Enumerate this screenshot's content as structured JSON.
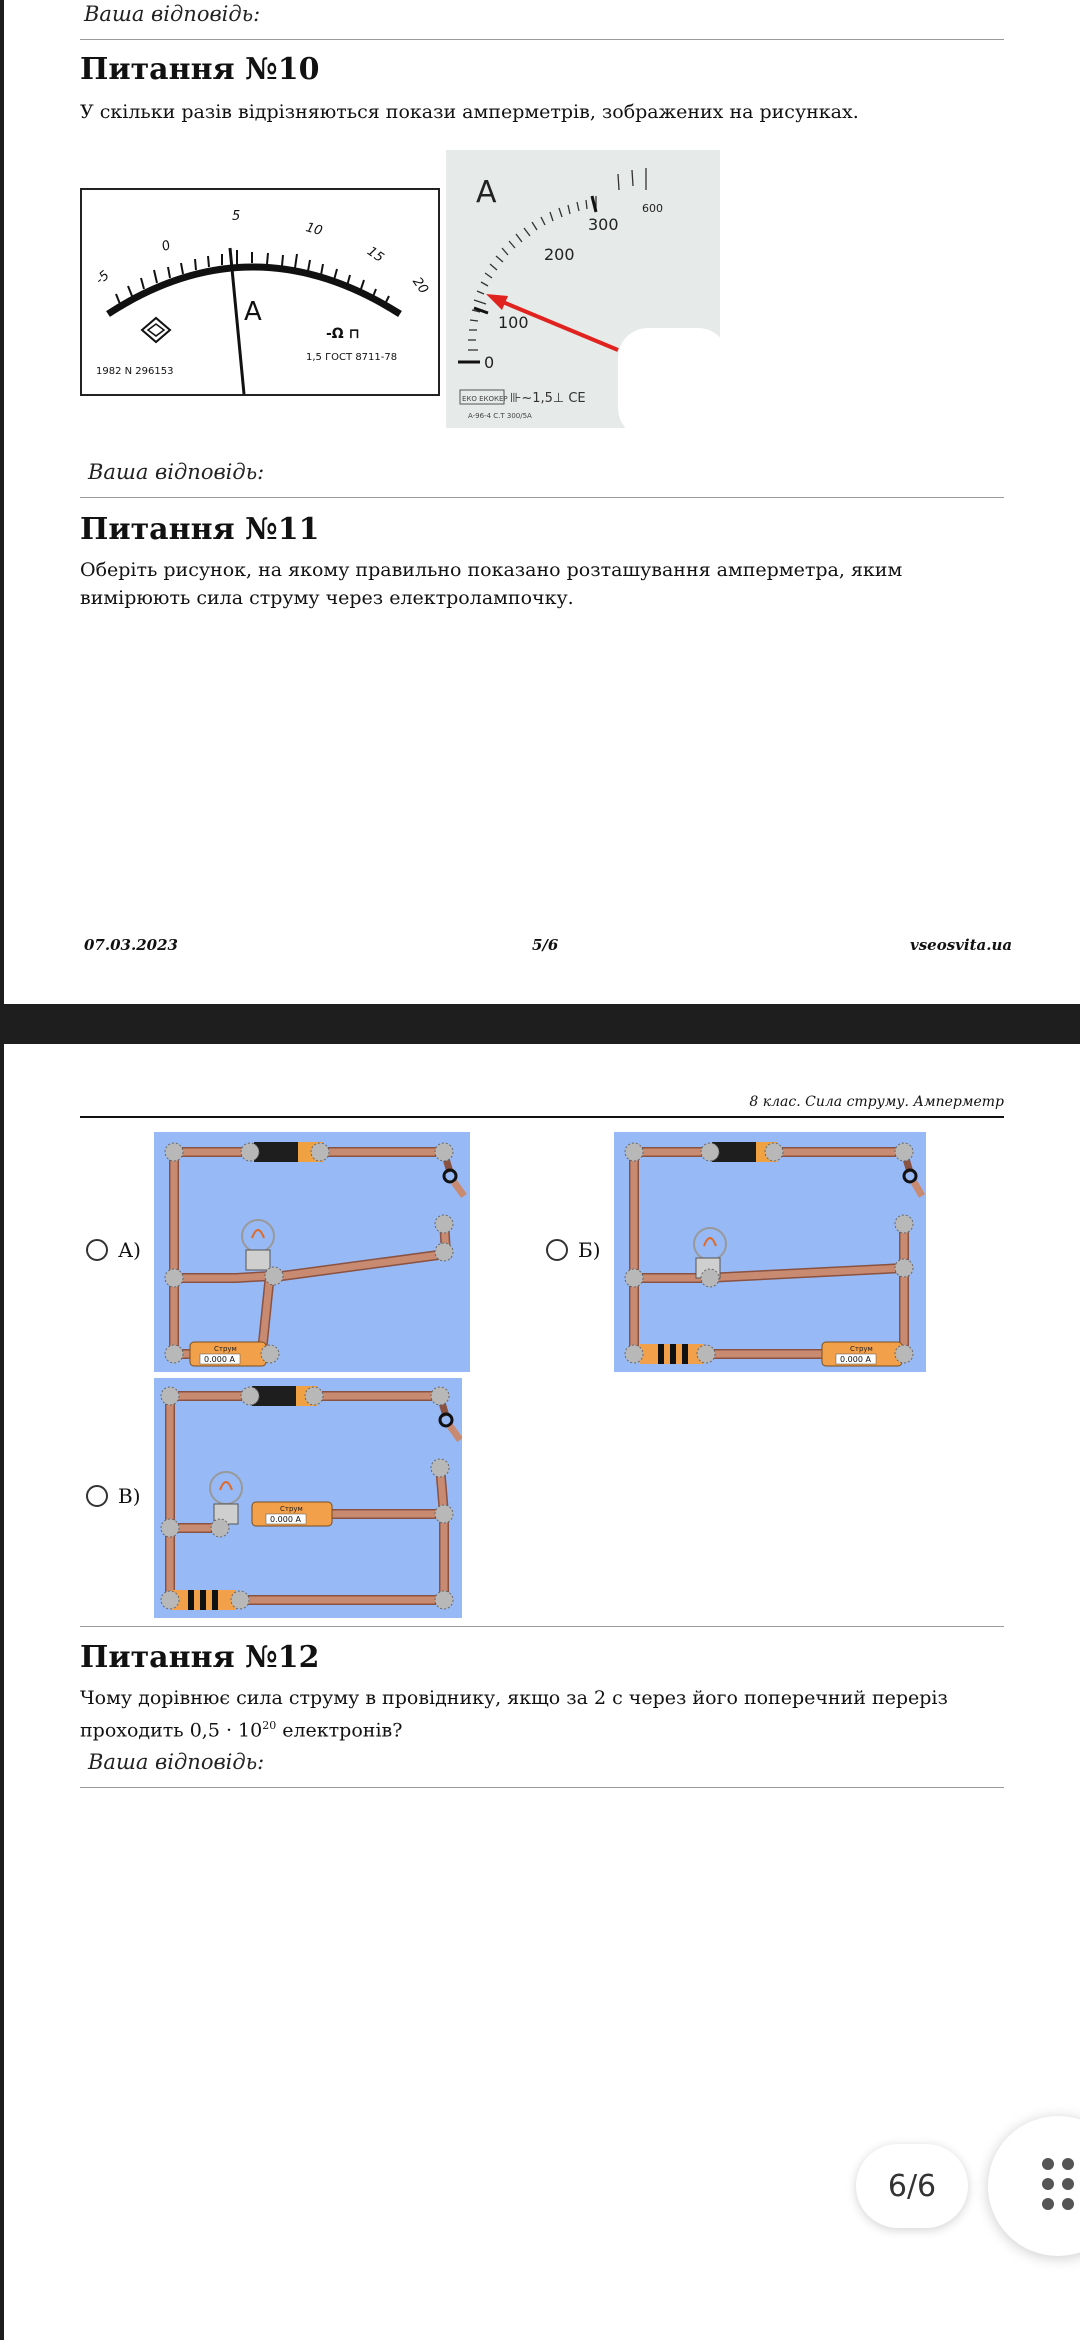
{
  "page1": {
    "prev_answer_label": "Ваша відповідь:",
    "q10": {
      "title": "Питання №10",
      "text": "У скільки разів відрізняються покази амперметрів, зображених на рисунках."
    },
    "meter1": {
      "scale": [
        "-5",
        "0",
        "5",
        "10",
        "15",
        "20"
      ],
      "symbol": "A",
      "serial": "1982 N 296153",
      "standard": "1,5  ГОСТ 8711-78",
      "mark": "-Ω ⊓"
    },
    "meter2": {
      "symbol": "A",
      "scale": [
        "0",
        "100",
        "200",
        "300",
        "600"
      ],
      "brand": "ЕКО ЕКОКЕР",
      "specs": "⊪~1,5⊥ CE",
      "model": "A-96-4    C.T 300/5A"
    },
    "q10_answer_label": "Ваша відповідь:",
    "q11": {
      "title": "Питання №11",
      "text": "Оберіть рисунок, на якому правильно показано розташування амперметра, яким вимірюють сила струму через електролампочку."
    },
    "footer": {
      "date": "07.03.2023",
      "page": "5/6",
      "site": "vseosvita.ua"
    }
  },
  "page2": {
    "header": "8 клас. Сила струму. Амперметр",
    "options": [
      {
        "label": "А)"
      },
      {
        "label": "Б)"
      },
      {
        "label": "В)"
      }
    ],
    "ammeter_caption": "Струм",
    "ammeter_value": "0.000 A",
    "q12": {
      "title": "Питання №12",
      "text_main": "Чому дорівнює сила струму в провіднику, якщо за 2 с через його поперечний переріз проходить",
      "text_value": "0,5 · 10",
      "text_exp": "20",
      "text_tail": " електронів?"
    },
    "q12_answer_label": "Ваша відповідь:"
  },
  "viewer": {
    "page_indicator": "6/6"
  },
  "colors": {
    "circuit_bg": "#97b9f5",
    "wire": "#c98a72",
    "wire_dark": "#8a5240",
    "battery": "#f0a243",
    "ammeter": "#f3a04a",
    "needle_red": "#e0231f"
  }
}
